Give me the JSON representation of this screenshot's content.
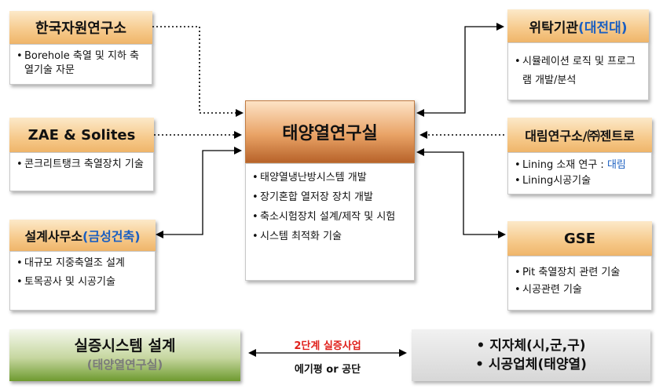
{
  "center": {
    "title": "태양열연구실",
    "items": [
      "태양열냉난방시스템 개발",
      "장기혼합 열저장 장치 개발",
      "축소시험장치 설계/제작 및 시험",
      "시스템 최적화 기술"
    ]
  },
  "kigam": {
    "title": "한국자원연구소",
    "items": [
      "Borehole 축열 및 지하 축열기술 자문"
    ]
  },
  "zae": {
    "title": "ZAE & Solites",
    "items": [
      "콘크리트탱크 축열장치 기술"
    ]
  },
  "design_office": {
    "title": "설계사무소",
    "title_highlight": "(금성건축)",
    "items": [
      "대규모 지중축열조 설계",
      "토목공사 및 시공기술"
    ]
  },
  "consign": {
    "title": "위탁기관",
    "title_highlight": "(대전대)",
    "items": [
      "시뮬레이션 로직 및 프로그램 개발/분석"
    ]
  },
  "daelim": {
    "title": "대림연구소/㈜젠트로",
    "items": [
      "Lining 소재 연구 :",
      "Lining시공기술"
    ],
    "item1_highlight": "대림"
  },
  "gse": {
    "title": "GSE",
    "items": [
      "Pit 축열장치 관련 기술",
      "시공관련 기술"
    ]
  },
  "bottom": {
    "left_title": "실증시스템 설계",
    "left_sub": "(태양열연구실)",
    "arrow_top": "2단계 실증사업",
    "arrow_bottom": "에기평 or 공단",
    "right_line1": "• 지자체(시,군,구)",
    "right_line2": "• 시공업체(태양열)"
  },
  "colors": {
    "accent_blue": "#1b5fc1",
    "accent_red": "#e0201b"
  }
}
